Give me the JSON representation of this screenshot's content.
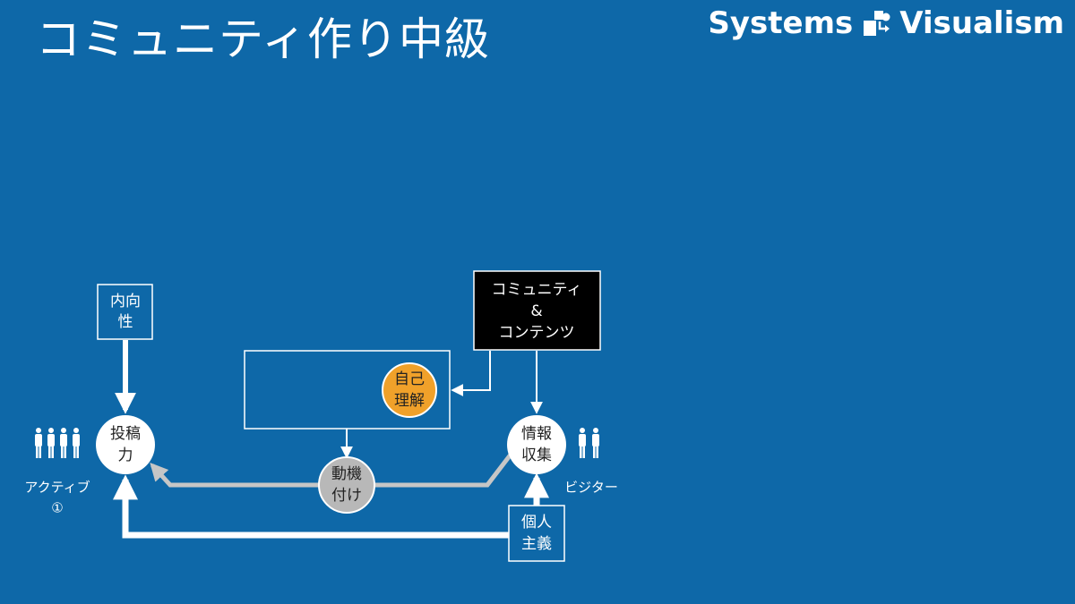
{
  "title": "コミュニティ作り中級",
  "brand": {
    "left": "Systems",
    "right": "Visualism"
  },
  "colors": {
    "background": "#0e68a8",
    "white": "#ffffff",
    "gray_flow": "#bcbcbc",
    "gray_node": "#b8b8b8",
    "orange_node": "#f0a12a",
    "black_box": "#000000"
  },
  "nodes": {
    "introversion": {
      "line1": "内向",
      "line2": "性"
    },
    "posting": {
      "line1": "投稿",
      "line2": "力"
    },
    "self_understanding": {
      "line1": "自己",
      "line2": "理解"
    },
    "community_contents": {
      "line1": "コミュニティ",
      "line2": "&",
      "line3": "コンテンツ"
    },
    "information_gathering": {
      "line1": "情報",
      "line2": "収集"
    },
    "motivation": {
      "line1": "動機",
      "line2": "付け"
    },
    "individualism": {
      "line1": "個人",
      "line2": "主義"
    }
  },
  "labels": {
    "active_line1": "アクティブ",
    "active_line2": "①",
    "visitor": "ビジター"
  },
  "icons": {
    "active_group": "group-of-four-people-icon",
    "visitor_group": "pair-of-people-icon",
    "brand_logo": "connected-squares-icon"
  }
}
